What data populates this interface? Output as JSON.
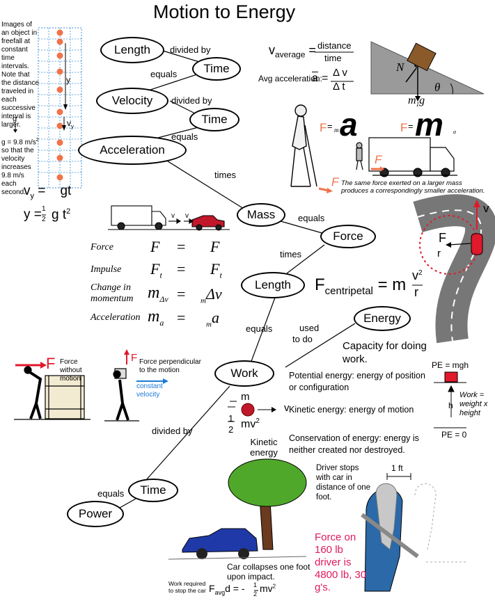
{
  "title": "Motion to Energy",
  "nodes": {
    "length1": "Length",
    "time1": "Time",
    "velocity": "Velocity",
    "time2": "Time",
    "acceleration": "Acceleration",
    "mass": "Mass",
    "force": "Force",
    "length2": "Length",
    "energy": "Energy",
    "work": "Work",
    "time3": "Time",
    "power": "Power"
  },
  "edge_labels": {
    "divided_by_1": "divided by",
    "equals_1": "equals",
    "divided_by_2": "divided by",
    "equals_2": "equals",
    "times_1": "times",
    "equals_3": "equals",
    "times_2": "times",
    "equals_4": "equals",
    "used": "used",
    "to_do": "to do",
    "divided_by_3": "divided by",
    "equals_5": "equals"
  },
  "freefall": {
    "text": "Images of an object in freefall at constant time intervals. Note that the distance traveled in each successive interval is larger.",
    "g_label": "g",
    "y_label": "y",
    "vy_label": "v",
    "vy_sub": "y",
    "g_value_pre": "g = 9.8 m/s",
    "g_value_sup": "2",
    "g_value_post": " so that the velocity increases 9.8 m/s each second.",
    "eq1_left": "v",
    "eq1_sub": "y",
    "eq1_right": " =    gt",
    "eq2_left": "y  =",
    "eq2_num": "1",
    "eq2_den": "2",
    "eq2_right": "g t",
    "eq2_sup": "2"
  },
  "velocity_eq": {
    "v": "v",
    "sub": "average",
    "eq": "=",
    "num": "distance",
    "den": "time"
  },
  "accel_eq": {
    "label": "Avg acceleration:",
    "a": "a",
    "eq": "=",
    "num": "Δ v",
    "den": "Δ t"
  },
  "incline": {
    "N": "N",
    "theta": "θ",
    "mg": "m",
    "mg_sub": "1",
    "mg_g": "g"
  },
  "golfer": {
    "F1": "F",
    "eq1": "=",
    "m1": "m",
    "a1": "a",
    "F2": "F",
    "eq2": "=",
    "m2": "m",
    "a2": "a",
    "F3": "F",
    "F4": "F",
    "caption": "The same force exerted on a larger mass produces a correspondingly smaller acceleration."
  },
  "truck_v": [
    "v",
    "v"
  ],
  "momentum_table": [
    {
      "label": "Force",
      "lhs": "F",
      "lhs_sub": "",
      "eq": "=",
      "rhs": "F",
      "rhs_pre": ""
    },
    {
      "label": "Impulse",
      "lhs": "F",
      "lhs_sub": "t",
      "eq": "=",
      "rhs": "F",
      "rhs_pre": "t"
    },
    {
      "label": "Change in momentum",
      "lhs": "m",
      "lhs_sub": "Δv",
      "eq": "=",
      "rhs": "Δv",
      "rhs_pre": "m"
    },
    {
      "label": "Acceleration",
      "lhs": "m",
      "lhs_sub": "a",
      "eq": "=",
      "rhs": "a",
      "rhs_pre": "m"
    }
  ],
  "centripetal": {
    "F": "F",
    "sub": "centripetal",
    "eq": "= m",
    "num": "v",
    "num_sup": "2",
    "den": "r",
    "v": "v",
    "F_small": "F",
    "r_small": "r"
  },
  "energy": {
    "capacity": "Capacity for doing work.",
    "potential": "Potential energy: energy of position or configuration",
    "kinetic": "Kinetic energy: energy of motion",
    "conservation": "Conservation of energy: energy is neither created nor destroyed.",
    "pe_top": "PE = mgh",
    "pe_bottom": "PE = 0",
    "h": "h",
    "work_note": "Work = weight x height"
  },
  "work_figs": {
    "F1": "F",
    "text1": "Force without motion",
    "F2": "F",
    "text2": "Force perpendicular to the motion",
    "constant": "constant velocity"
  },
  "kinetic_fig": {
    "m": "m",
    "v": "v",
    "half_num": "1",
    "half_den": "2",
    "mv": "mv",
    "sup": "2",
    "label": "Kinetic energy"
  },
  "crash": {
    "driver_text": "Driver stops with car in distance of one foot.",
    "ft": "1 ft",
    "force_text": "Force on 160 lb driver is 4800 lb, 30 g's.",
    "collapse": "Car collapses one foot upon impact.",
    "work_req": "Work required to stop the car",
    "eq_F": "F",
    "eq_sub": "avg",
    "eq_d": "d = -",
    "eq_num": "1",
    "eq_den": "2",
    "eq_mv": "mv",
    "eq_sup": "2"
  }
}
